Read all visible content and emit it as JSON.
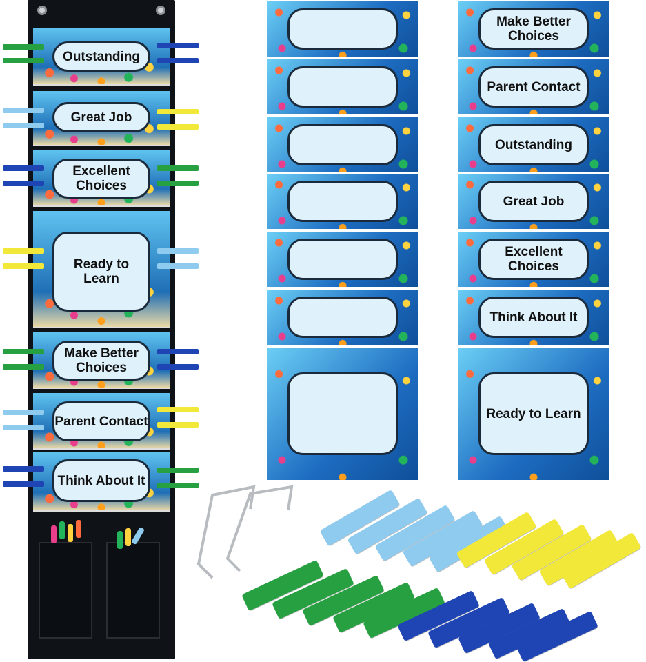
{
  "chart_labels": [
    "Outstanding",
    "Great Job",
    "Excellent Choices",
    "Ready to Learn",
    "Make Better Choices",
    "Parent Contact",
    "Think About It"
  ],
  "right_cards": [
    "Make Better Choices",
    "Parent Contact",
    "Outstanding",
    "Great Job",
    "Excellent Choices",
    "Think About It",
    "Ready to Learn"
  ],
  "colors": {
    "chart_fabric": "#0f1318",
    "clip_light_blue": "#8fcbef",
    "clip_yellow": "#f1e83a",
    "clip_green": "#27a041",
    "clip_blue": "#1f45b5"
  }
}
